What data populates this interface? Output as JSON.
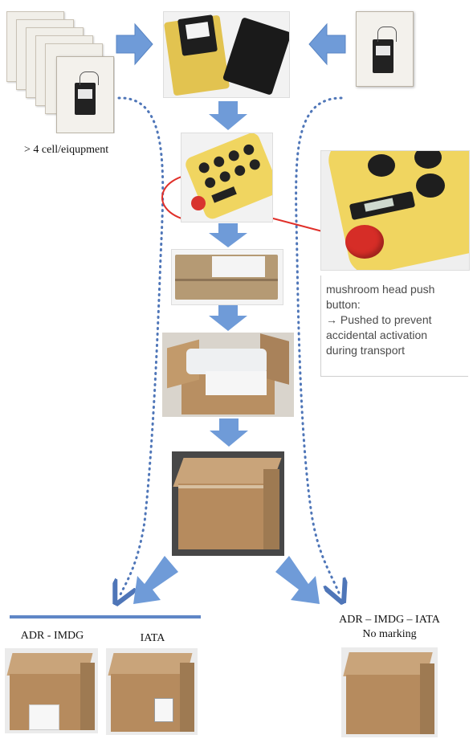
{
  "labels": {
    "cells_per_equipment": "> 4 cell/eiqupment",
    "adr_imdg": "ADR - IMDG",
    "iata": "IATA",
    "adr_imdg_iata": "ADR – IMDG – IATA",
    "no_marking": "No marking"
  },
  "note": {
    "line1": "mushroom head push",
    "line2": "button:",
    "line3": "→ Pushed to prevent",
    "line4": "accidental activation",
    "line5": "during transport"
  },
  "colors": {
    "arrow_blue": "#6f9bd8",
    "dotted_blue": "#4f76b8",
    "highlight_red": "#e0302a",
    "rule_blue": "#5f86c6",
    "pendant_yellow": "#f0d560",
    "cardboard": "#b8926a"
  }
}
